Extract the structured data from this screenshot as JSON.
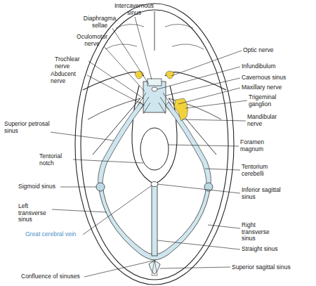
{
  "diagram": {
    "labels": [
      "Intercavernous sinus",
      "Diaphragma sellae",
      "Oculomotor nerve",
      "Trochlear nerve",
      "Abducent nerve",
      "Superior petrosal sinus",
      "Tentorial notch",
      "Sigmoid sinus",
      "Left transverse sinus",
      "Great cerebral vein",
      "Confluence of sinuses",
      "Optic nerve",
      "Infundibulum",
      "Cavernous sinus",
      "Maxillary nerve",
      "Trigeminal ganglion",
      "Mandibular nerve",
      "Foramen magnum",
      "Tentorium cerebelli",
      "Inferior sagittal sinus",
      "Right transverse sinus",
      "Straight sinus",
      "Superior sagittal sinus"
    ]
  }
}
